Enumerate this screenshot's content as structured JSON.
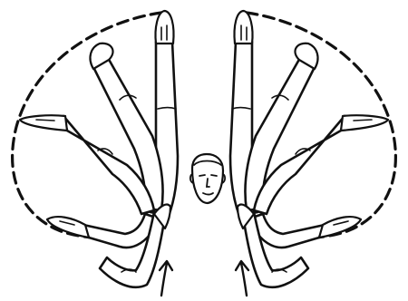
{
  "figure": {
    "subject": "arm-circle-exercise",
    "icons": [
      "head-icon",
      "arm-icon",
      "hand-icon",
      "arrow-icon"
    ],
    "stroke_color": "#111111",
    "background_color": "#ffffff",
    "dashed_path_style": "dashed",
    "sides": [
      "left",
      "right"
    ],
    "arm_positions_per_side": 5,
    "motion_direction": "upward"
  }
}
